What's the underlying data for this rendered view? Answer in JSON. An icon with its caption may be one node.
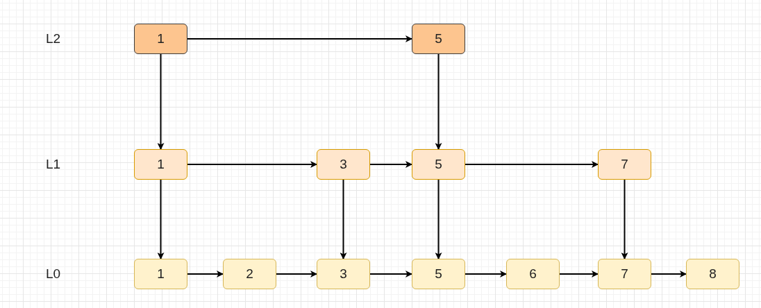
{
  "diagram": {
    "nodes": [
      {
        "text": [
          "1"
        ]
      },
      {
        "text": [
          "5"
        ]
      },
      {
        "text": [
          "1"
        ]
      },
      {
        "text": [
          "3"
        ]
      },
      {
        "text": [
          "5"
        ]
      },
      {
        "text": [
          "7"
        ]
      },
      {
        "text": [
          "1"
        ]
      },
      {
        "text": [
          "2"
        ]
      },
      {
        "text": [
          "3"
        ]
      },
      {
        "text": [
          "5"
        ]
      },
      {
        "text": [
          "6"
        ]
      },
      {
        "text": [
          "7"
        ]
      },
      {
        "text": [
          "8"
        ]
      }
    ],
    "edges": [
      {
        "from": 0,
        "to": 1,
        "arrow": "to"
      },
      {
        "from": 0,
        "to": 2,
        "arrow": "to"
      },
      {
        "from": 1,
        "to": 4,
        "arrow": "to"
      },
      {
        "from": 2,
        "to": 3,
        "arrow": "to"
      },
      {
        "from": 3,
        "to": 4,
        "arrow": "to"
      },
      {
        "from": 4,
        "to": 5,
        "arrow": "to"
      },
      {
        "from": 2,
        "to": 6,
        "arrow": "to"
      },
      {
        "from": 3,
        "to": 8,
        "arrow": "to"
      },
      {
        "from": 4,
        "to": 9,
        "arrow": "to"
      },
      {
        "from": 5,
        "to": 11,
        "arrow": "to"
      },
      {
        "from": 6,
        "to": 7,
        "arrow": "to"
      },
      {
        "from": 7,
        "to": 8,
        "arrow": "to"
      },
      {
        "from": 8,
        "to": 9,
        "arrow": "to"
      },
      {
        "from": 9,
        "to": 10,
        "arrow": "to"
      },
      {
        "from": 10,
        "to": 11,
        "arrow": "to"
      },
      {
        "from": 11,
        "to": 12,
        "arrow": "to"
      }
    ],
    "labels": [
      "L2",
      "L1",
      "L0"
    ]
  }
}
